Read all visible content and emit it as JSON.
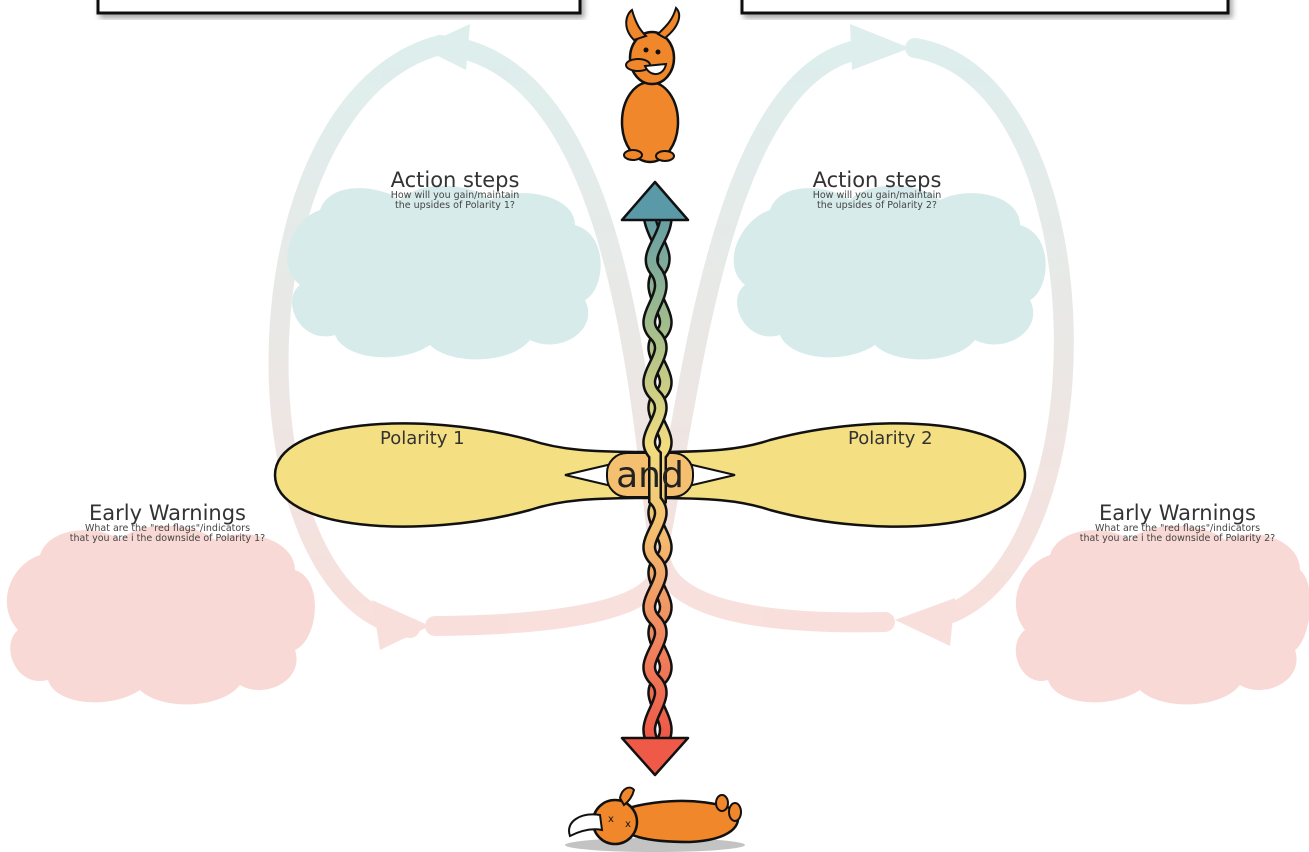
{
  "center": {
    "connector": "and"
  },
  "polarity_left": {
    "label": "Polarity 1"
  },
  "polarity_right": {
    "label": "Polarity 2"
  },
  "action_left": {
    "title": "Action steps",
    "question_line1": "How will you gain/maintain",
    "question_line2": "the upsides of Polarity 1?"
  },
  "action_right": {
    "title": "Action steps",
    "question_line1": "How will you gain/maintain",
    "question_line2": "the upsides of Polarity 2?"
  },
  "warning_left": {
    "title": "Early Warnings",
    "question_line1": "What are the \"red flags\"/indicators",
    "question_line2": "that you are i the downside of Polarity 1?"
  },
  "warning_right": {
    "title": "Early Warnings",
    "question_line1": "What are the \"red flags\"/indicators",
    "question_line2": "that you are i the downside of Polarity 2?"
  },
  "colors": {
    "upside_cloud": "#d6ebea",
    "downside_cloud": "#f8d9d5",
    "polarity_fill": "#f4df82",
    "arrow_top": "#5a9aa8",
    "arrow_bottom": "#f0564a",
    "creature": "#f0872a"
  },
  "icons": {
    "top": "happy-creature-icon",
    "bottom": "knocked-out-creature-icon"
  }
}
